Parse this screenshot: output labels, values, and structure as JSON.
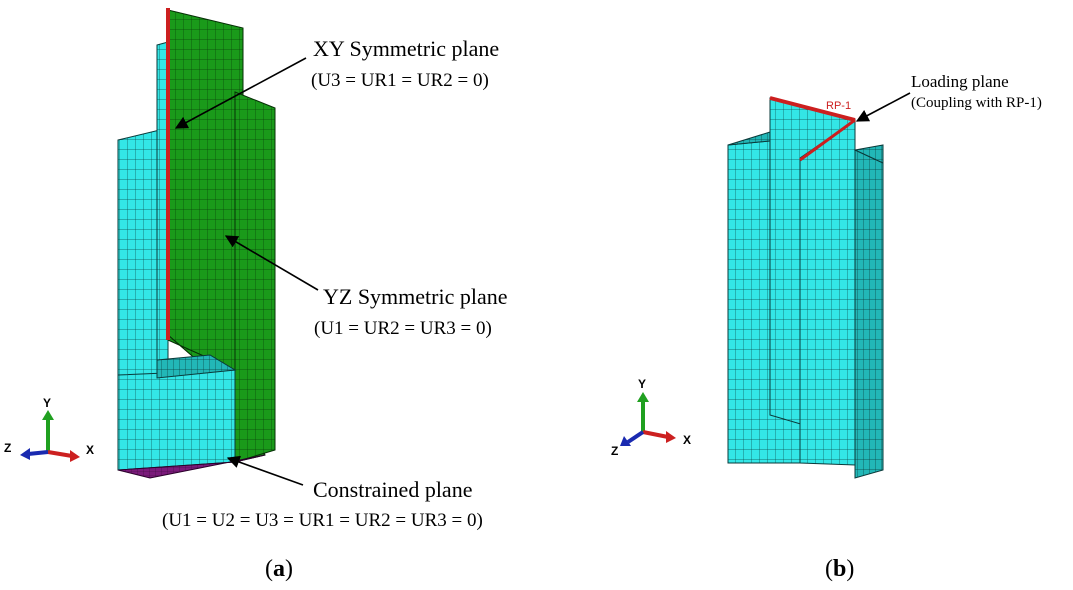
{
  "labels": {
    "xy_plane": "XY Symmetric plane",
    "xy_bc": "(U3 = UR1 = UR2 = 0)",
    "yz_plane": "YZ Symmetric plane",
    "yz_bc": "(U1 = UR2 = UR3 = 0)",
    "constrained_plane": "Constrained plane",
    "constrained_bc": "(U1 = U2 = U3 = UR1 = UR2 = UR3 = 0)",
    "loading_plane": "Loading plane",
    "loading_bc": "(Coupling with RP-1)",
    "rp_label": "RP-1"
  },
  "captions": {
    "a_open": "(",
    "a_letter": "a",
    "a_close": ")",
    "b_open": "(",
    "b_letter": "b",
    "b_close": ")"
  },
  "triad": {
    "x": "X",
    "y": "Y",
    "z": "Z"
  },
  "colors": {
    "mesh_cyan": "#33e6e6",
    "mesh_cyan_dark": "#22b7b7",
    "mesh_green": "#1a9a1a",
    "mesh_red": "#cc1f1f",
    "mesh_purple": "#7a1a7a",
    "axis_x": "#cc2020",
    "axis_y": "#20a020",
    "axis_z": "#1a2ab0"
  }
}
